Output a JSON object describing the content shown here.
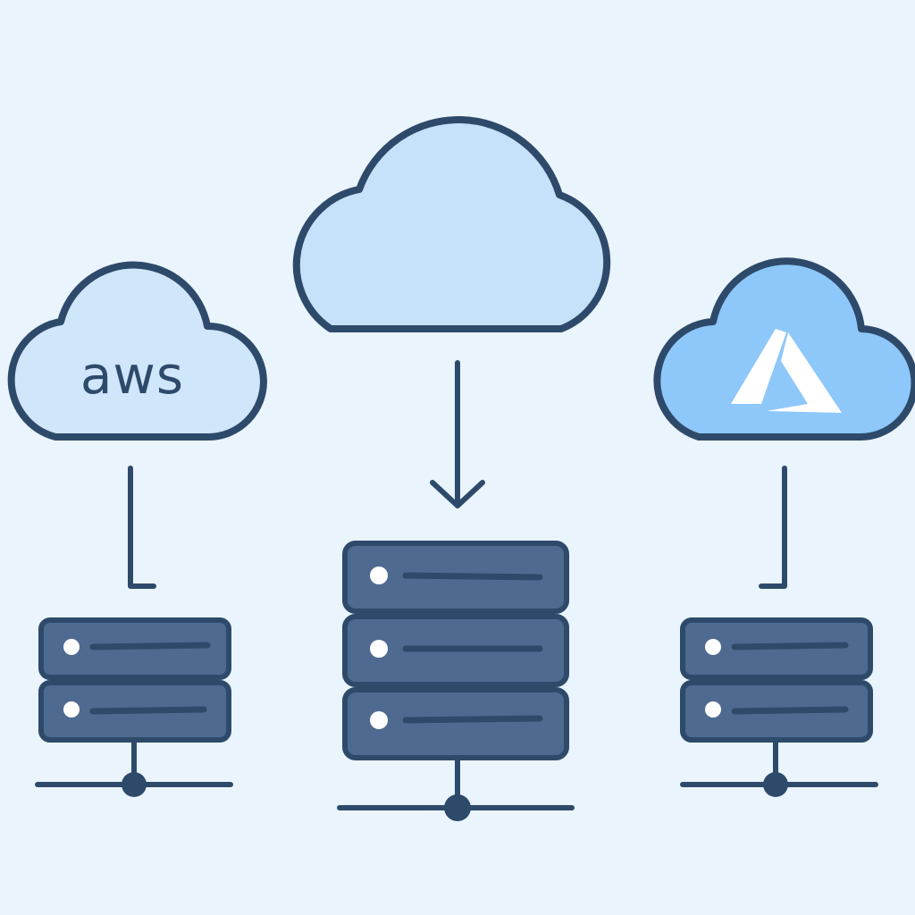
{
  "colors": {
    "background": "#eaf4fd",
    "outline": "#2e4a6b",
    "cloud_left_fill": "#cfe6fb",
    "cloud_center_fill": "#c5e2fa",
    "cloud_right_fill": "#8ec8fa",
    "server_fill": "#4f6a90",
    "server_dot": "#ffffff",
    "azure_logo": "#ffffff"
  },
  "clouds": {
    "left": {
      "label": "aws",
      "icon": "aws-logo"
    },
    "center": {
      "label": "",
      "icon": "none"
    },
    "right": {
      "label": "",
      "icon": "azure-logo"
    }
  },
  "connectors": {
    "left": {
      "style": "elbow-line"
    },
    "center": {
      "style": "down-arrow"
    },
    "right": {
      "style": "elbow-line"
    }
  },
  "servers": {
    "left": {
      "units": 2,
      "icon": "server-rack-icon"
    },
    "center": {
      "units": 3,
      "icon": "server-rack-icon"
    },
    "right": {
      "units": 2,
      "icon": "server-rack-icon"
    }
  }
}
